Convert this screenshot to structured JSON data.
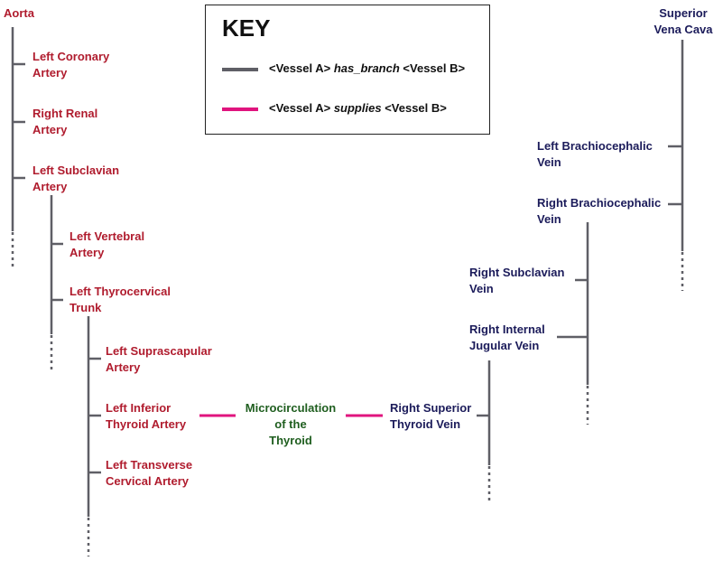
{
  "colors": {
    "branch_line": "#5f5f66",
    "supply_line": "#e0147e",
    "artery_text": "#b01c2e",
    "vein_text": "#1b1b5a",
    "circulation_text": "#1f5e1f"
  },
  "key": {
    "title": "KEY",
    "branch": {
      "subject": "<Vessel A>",
      "relation": "has_branch",
      "object": "<Vessel B>"
    },
    "supply": {
      "subject": "<Vessel A>",
      "relation": "supplies",
      "object": "<Vessel B>"
    }
  },
  "arteries": {
    "aorta": "Aorta",
    "left_coronary": [
      "Left Coronary",
      "Artery"
    ],
    "right_renal": [
      "Right Renal",
      "Artery"
    ],
    "left_subclavian": [
      "Left Subclavian",
      "Artery"
    ],
    "left_vertebral": [
      "Left Vertebral",
      "Artery"
    ],
    "left_thyrocervical": [
      "Left Thyrocervical",
      "Trunk"
    ],
    "left_suprascapular": [
      "Left Suprascapular",
      "Artery"
    ],
    "left_inferior_thyroid": [
      "Left Inferior",
      "Thyroid Artery"
    ],
    "left_transverse_cervical": [
      "Left Transverse",
      "Cervical Artery"
    ]
  },
  "microcirculation": [
    "Microcirculation",
    "of the",
    "Thyroid"
  ],
  "veins": {
    "superior_vena_cava": [
      "Superior",
      "Vena Cava"
    ],
    "left_brachiocephalic": [
      "Left Brachiocephalic",
      "Vein"
    ],
    "right_brachiocephalic": [
      "Right Brachiocephalic",
      "Vein"
    ],
    "right_subclavian": [
      "Right Subclavian",
      "Vein"
    ],
    "right_internal_jugular": [
      "Right Internal",
      "Jugular Vein"
    ],
    "right_superior_thyroid": [
      "Right Superior",
      "Thyroid Vein"
    ]
  }
}
